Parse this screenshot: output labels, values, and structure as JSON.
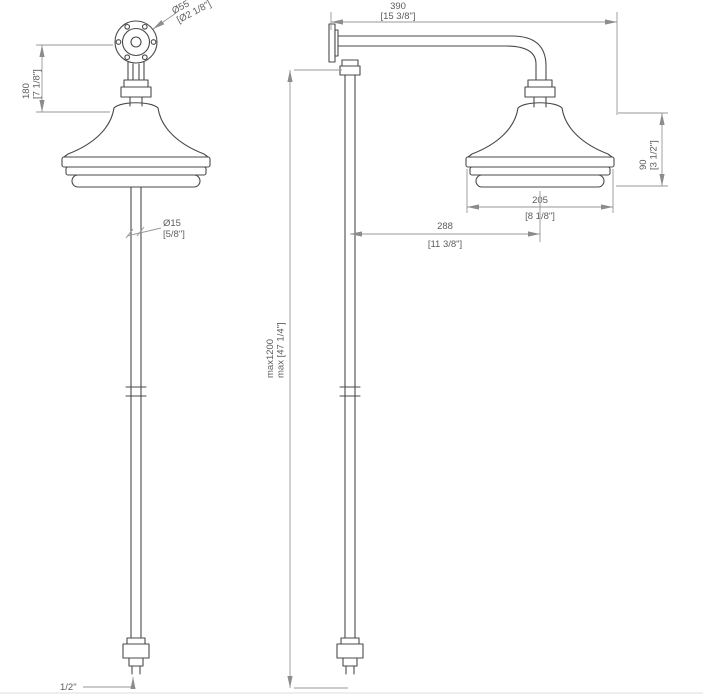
{
  "drawing": {
    "labels": {
      "flange_dia_mm": "Ø55",
      "flange_dia_in": "[Ø2 1/8\"]",
      "head_height_mm": "180",
      "head_height_in": "[7 1/8\"]",
      "pipe_dia_mm": "Ø15",
      "pipe_dia_in": "[5/8\"]",
      "inlet_size": "1/2\"",
      "arm_length_mm": "390",
      "arm_length_in": "[15 3/8\"]",
      "head_depth_mm": "90",
      "head_depth_in": "[3 1/2\"]",
      "head_dia_mm": "205",
      "head_dia_in": "[8 1/8\"]",
      "reach_mm": "288",
      "reach_in": "[11 3/8\"]",
      "riser_max_mm": "max1200",
      "riser_max_in": "max [47 1/4\"]"
    }
  }
}
